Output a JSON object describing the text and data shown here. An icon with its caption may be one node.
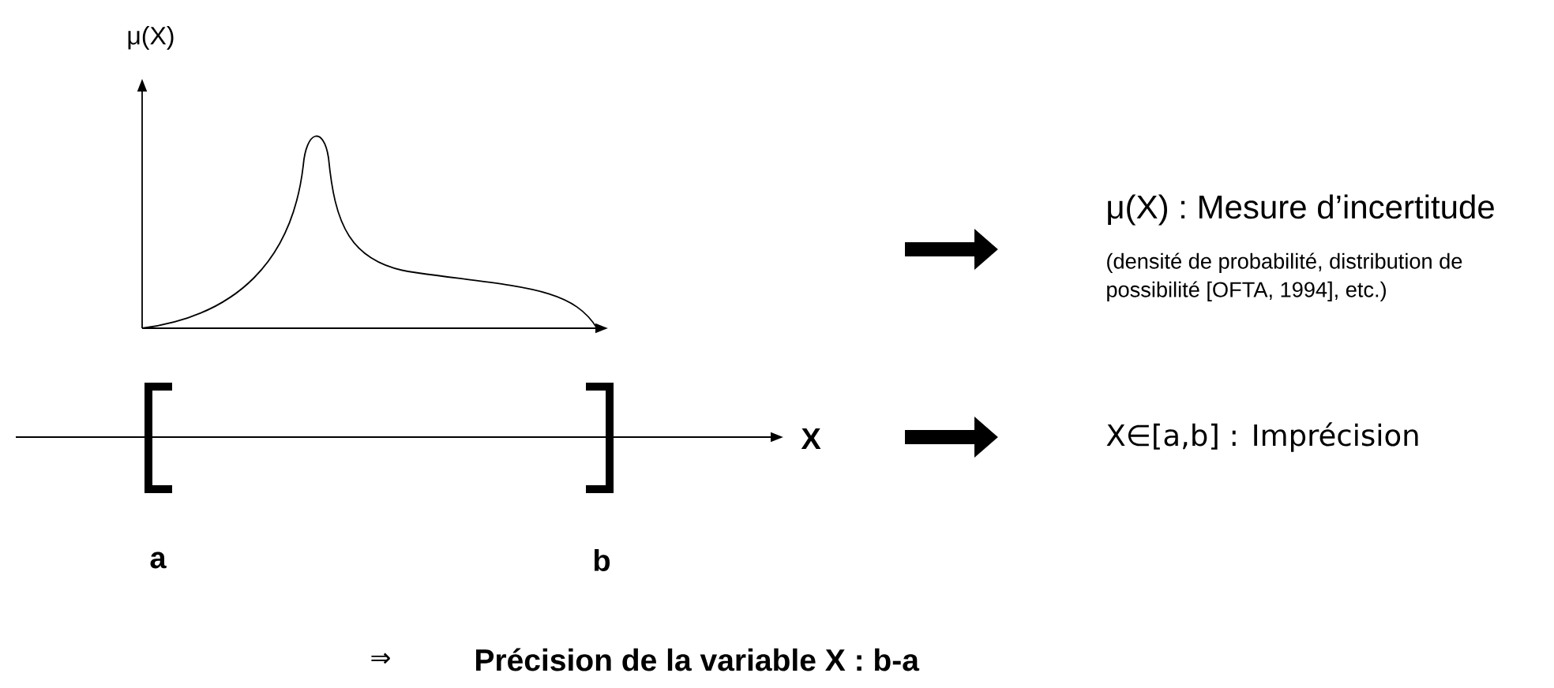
{
  "diagram": {
    "labels": [
      "μ(X)",
      "μ(X) : Mesure d’incertitude",
      "(densité de probabilité, distribution de possibilité [OFTA, 1994], etc.)",
      "X",
      "X∈[a,b] : Imprécision",
      "a",
      "b",
      "⇒",
      "Précision de la variable X : b-a"
    ]
  }
}
